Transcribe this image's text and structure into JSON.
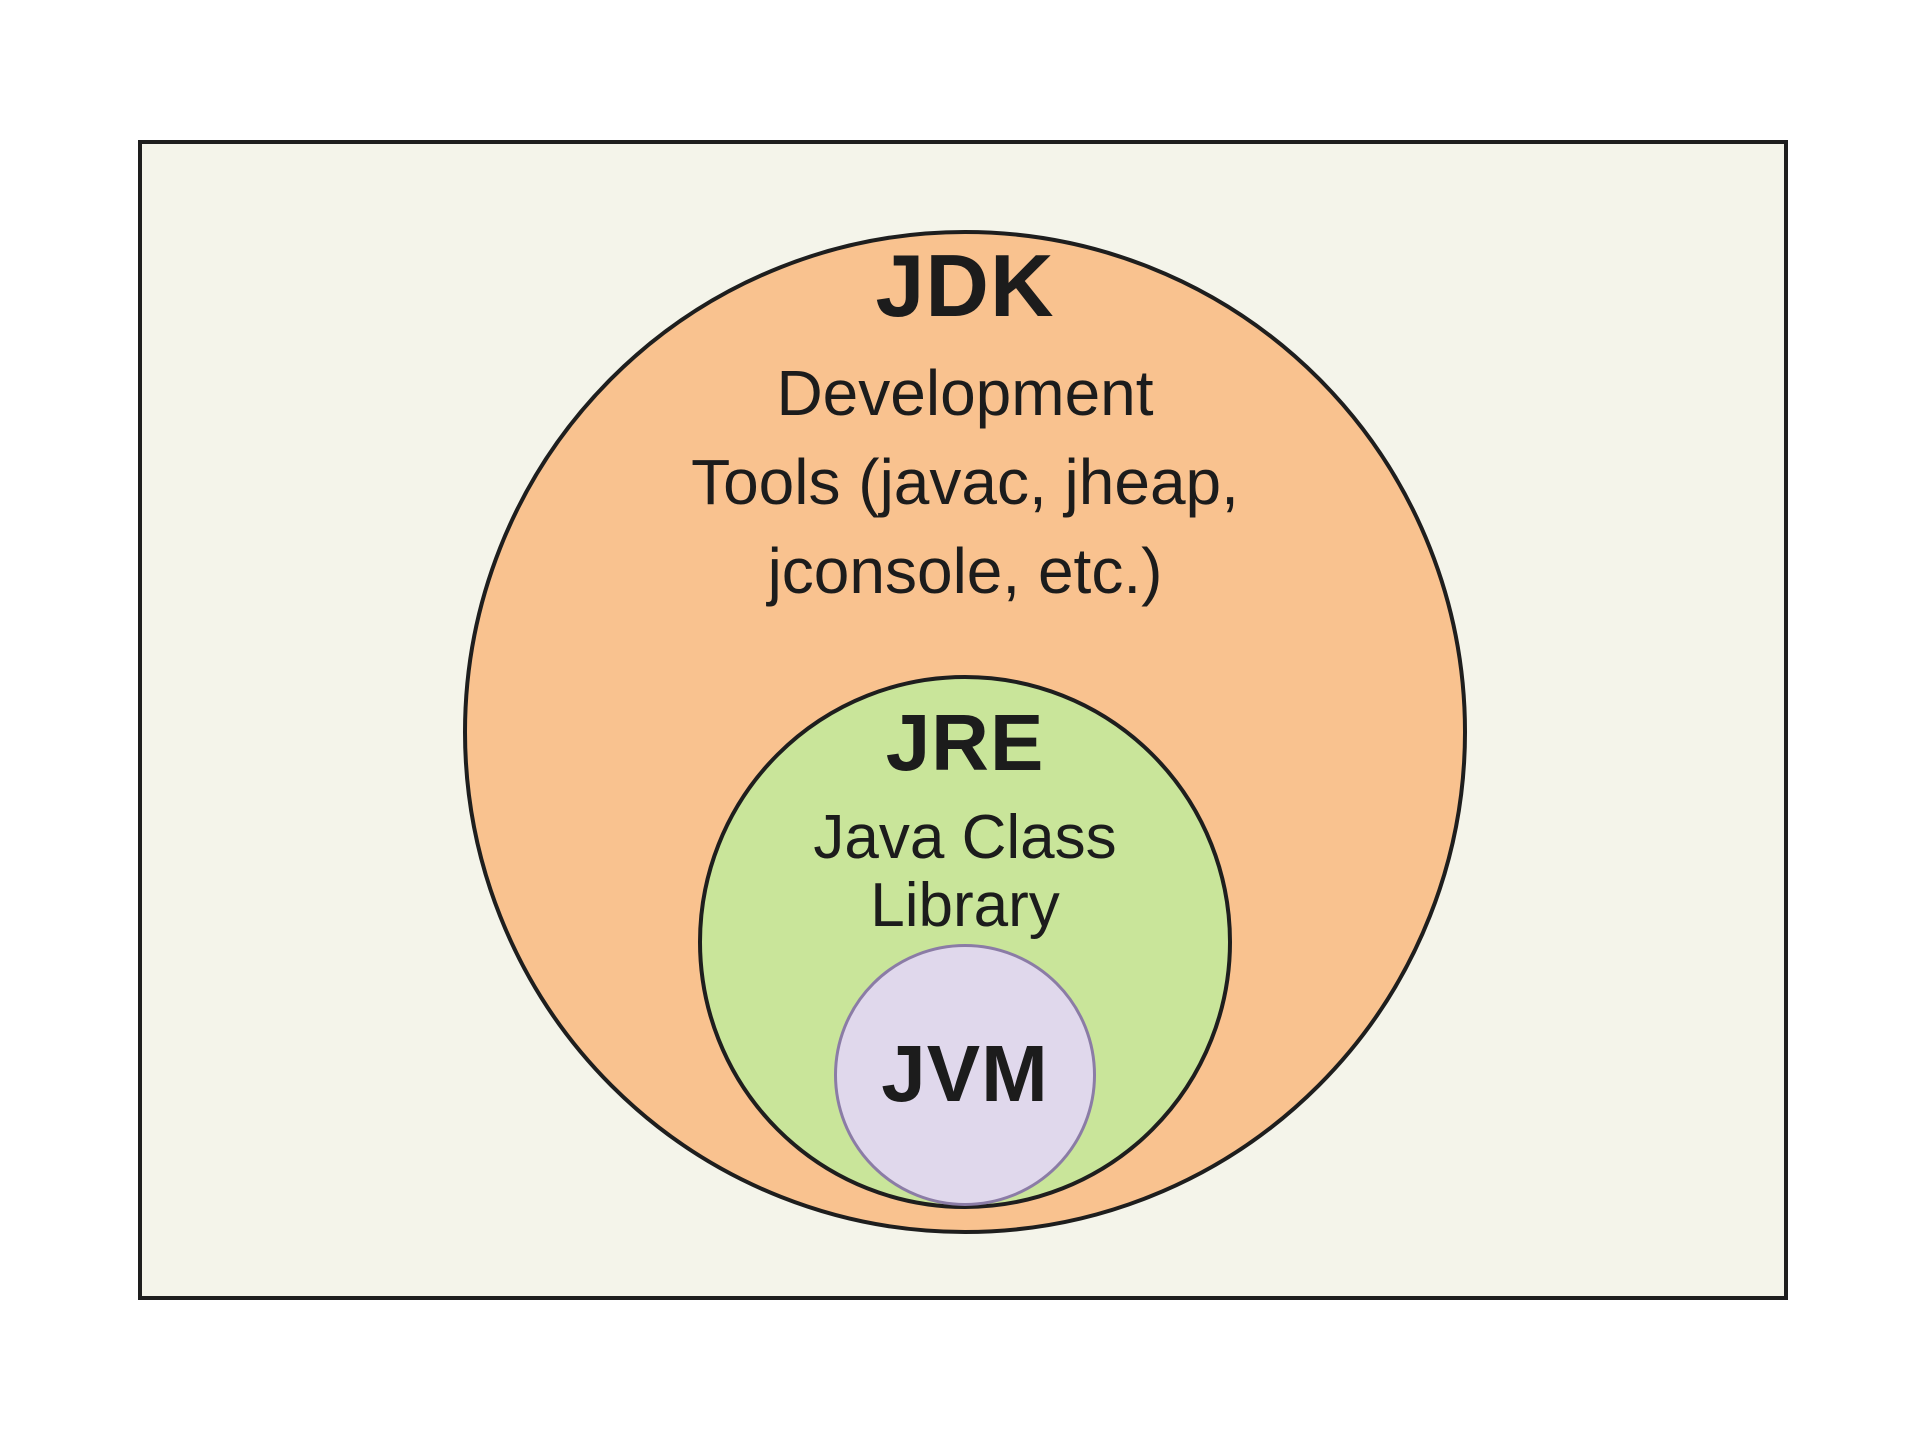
{
  "colors": {
    "page_background": "#ffffff",
    "panel_background": "#f4f4ea",
    "panel_border": "#1e1e1e",
    "jdk_fill": "#f9c28f",
    "jdk_border": "#1e1e1e",
    "jre_fill": "#c9e59a",
    "jre_border": "#1e1e1e",
    "jvm_fill": "#e0d8ec",
    "jvm_border": "#8b7ca6",
    "text": "#1c1c1c"
  },
  "diagram": {
    "jdk": {
      "label": "JDK",
      "description_lines": [
        "Development",
        "Tools (javac, jheap,",
        "jconsole, etc.)"
      ]
    },
    "jre": {
      "label": "JRE",
      "description_lines": [
        "Java Class",
        "Library"
      ]
    },
    "jvm": {
      "label": "JVM"
    }
  }
}
